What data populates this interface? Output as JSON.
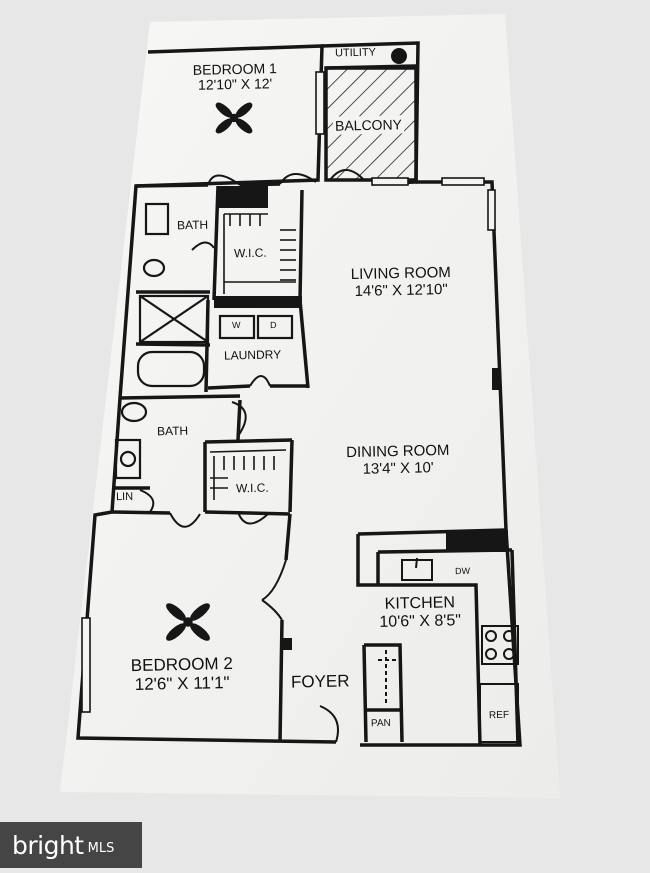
{
  "rooms": {
    "bedroom1": {
      "name": "BEDROOM 1",
      "dims": "12'10\" X 12'"
    },
    "utility": {
      "name": "UTILITY"
    },
    "balcony": {
      "name": "BALCONY"
    },
    "bath1": {
      "name": "BATH"
    },
    "wic1": {
      "name": "W.I.C."
    },
    "living": {
      "name": "LIVING ROOM",
      "dims": "14'6\" X 12'10\""
    },
    "laundry": {
      "name": "LAUNDRY",
      "washer": "W",
      "dryer": "D"
    },
    "bath2": {
      "name": "BATH"
    },
    "dining": {
      "name": "DINING ROOM",
      "dims": "13'4\" X 10'"
    },
    "wic2": {
      "name": "W.I.C."
    },
    "lin": {
      "name": "LIN"
    },
    "kitchen": {
      "name": "KITCHEN",
      "dims": "10'6\" X 8'5\"",
      "dw": "DW"
    },
    "bedroom2": {
      "name": "BEDROOM 2",
      "dims": "12'6\" X 11'1\""
    },
    "foyer": {
      "name": "FOYER"
    },
    "pan": {
      "name": "PAN"
    },
    "ref": {
      "name": "REF"
    }
  },
  "watermark": {
    "brand": "bright",
    "suffix": "MLS"
  },
  "colors": {
    "paper": "#f4f4f2",
    "wall": "#161616",
    "background": "#e7e7e7"
  }
}
